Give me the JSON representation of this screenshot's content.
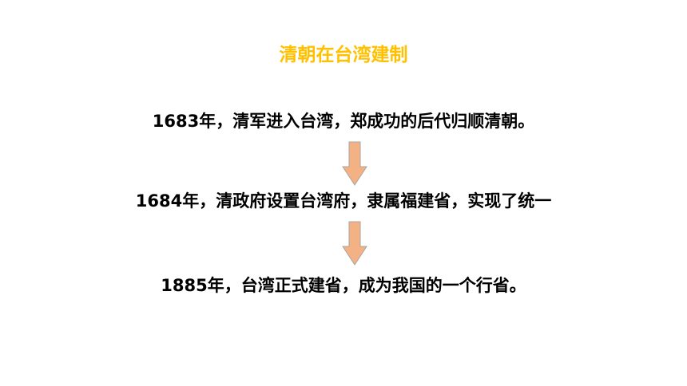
{
  "title": {
    "text": "清朝在台湾建制",
    "color": "#FFC000"
  },
  "steps": [
    {
      "text": "1683年，清军进入台湾，郑成功的后代归顺清朝。"
    },
    {
      "text": "1684年，清政府设置台湾府，隶属福建省，实现了统一"
    },
    {
      "text": "1885年，台湾正式建省，成为我国的一个行省。"
    }
  ],
  "arrow": {
    "direction": "down",
    "fill": "#F4B183",
    "stroke": "#A6A6A6"
  }
}
